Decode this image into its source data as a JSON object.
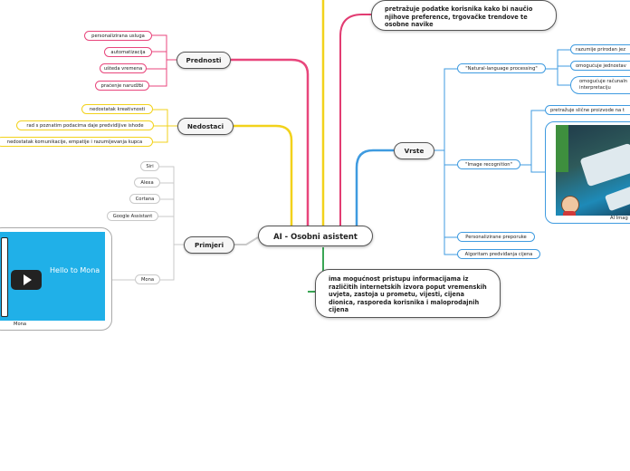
{
  "central": "AI - Osobni asistent",
  "branches": {
    "prednosti": {
      "title": "Prednosti",
      "items": [
        "personalizirana usluga",
        "automatizacija",
        "ušteda vremena",
        "praćenje narudžbi"
      ]
    },
    "nedostaci": {
      "title": "Nedostaci",
      "items": [
        "nedostatak kreativnosti",
        "rad s poznatim podacima daje predvidljive ishode",
        "nedostatak komunikacije, empatije i razumijevanja kupca"
      ]
    },
    "primjeri": {
      "title": "Primjeri",
      "items": [
        "Siri",
        "Alexa",
        "Cortana",
        "Google Assistant",
        "Mona"
      ],
      "video": {
        "overlay_text": "Hello to Mona",
        "caption": "Mona"
      }
    },
    "top": "pretražuje podatke korisnika kako bi naučio njihove preference, trgovačke trendove te osobne navike",
    "bottom": "ima mogućnost pristupu informacijama iz različitih internetskih izvora poput vremenskih uvjeta, zastoja u prometu, vijesti, cijena dionica, rasporeda korisnika i maloprodajnih cijena",
    "vrste": {
      "title": "Vrste",
      "nlp": {
        "label": "\"Natural-language processing\"",
        "items": [
          "razumije prirodan jez",
          "omogućuje jednostav",
          "omogućuje računaln interpretaciju"
        ]
      },
      "image_recognition": {
        "label": "\"Image recognition\"",
        "items": [
          "pretražuje slične proizvode na t"
        ],
        "image_caption": "AI Imag"
      },
      "others": [
        "Personalizirane preporuke",
        "Algoritam predviđanja cijena"
      ]
    }
  },
  "colors": {
    "prednosti": "#e8467c",
    "nedostaci": "#f2d21b",
    "primjeri": "#c9c9c9",
    "top": "#e23c72",
    "bottom": "#3aa655",
    "vrste": "#3f9be0"
  }
}
